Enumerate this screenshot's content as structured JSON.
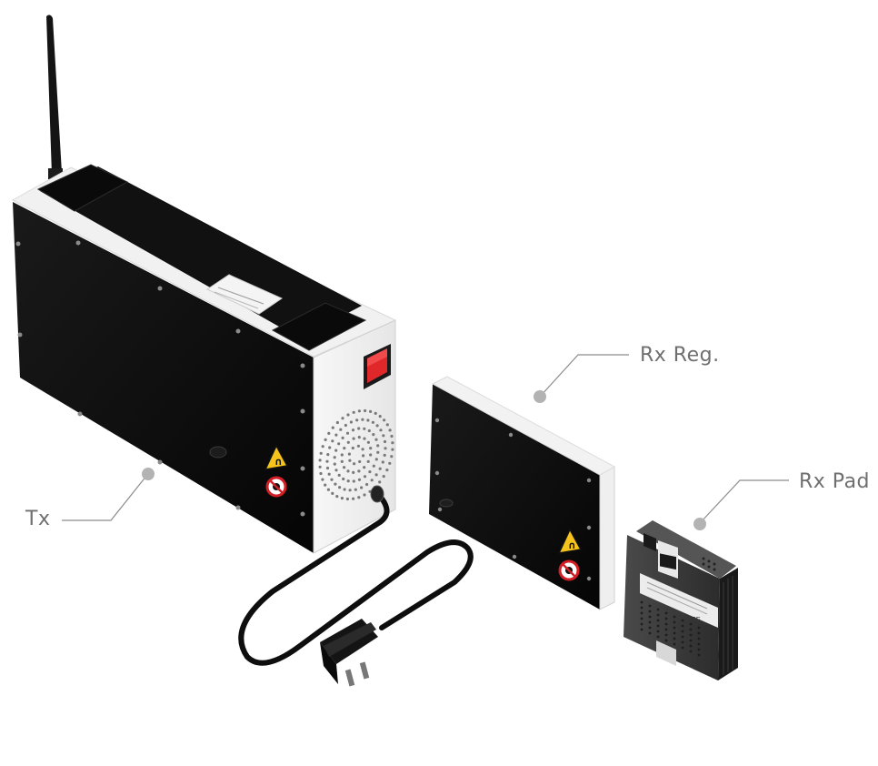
{
  "callouts": {
    "tx": "Tx",
    "rx_reg": "Rx Reg.",
    "rx_pad": "Rx Pad"
  },
  "colors": {
    "background": "#ffffff",
    "panel_black": "#0b0b0b",
    "housing_white": "#f4f4f4",
    "switch_red": "#e0282b",
    "warning_yellow": "#f6c21c",
    "callout_gray": "#8c8c8c",
    "callout_dot": "#b3b3b3",
    "pad_gray": "#3b3b3b"
  },
  "icons": [
    "antenna",
    "power-switch",
    "warning-triangle-icon",
    "no-hand-icon",
    "power-plug",
    "vent-grille"
  ]
}
